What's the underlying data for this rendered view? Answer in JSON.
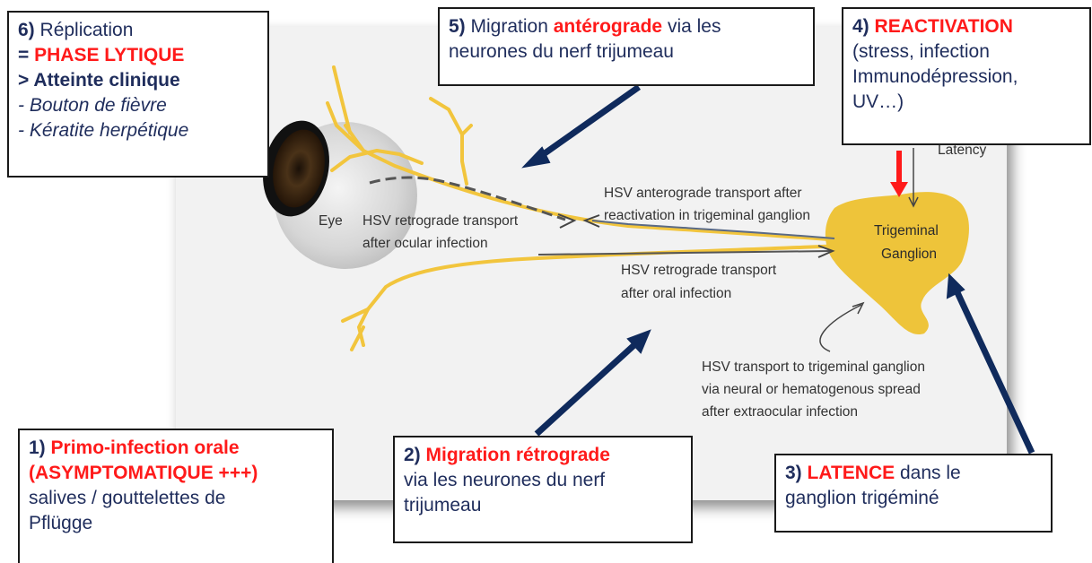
{
  "colors": {
    "nerve": "#f2c53d",
    "ganglion": "#eec43a",
    "navy_arrow": "#0f2a5c",
    "red": "#ff1a1a",
    "text_blue": "#1f2d5c"
  },
  "diagram": {
    "eye_label": "Eye",
    "retro_ocular": [
      "HSV retrograde transport",
      "after ocular infection"
    ],
    "antero_reactivation": [
      "HSV anterograde transport after",
      "reactivation in trigeminal ganglion"
    ],
    "retro_oral": [
      "HSV retrograde transport",
      "after oral infection"
    ],
    "ganglion": [
      "Trigeminal",
      "Ganglion"
    ],
    "spread": [
      "HSV transport to trigeminal ganglion",
      "via neural or hematogenous spread",
      "after extraocular infection"
    ],
    "latency_partial": "Latency"
  },
  "callouts": {
    "c6": {
      "num": "6)",
      "title": " Réplication",
      "lytic_prefix": "= ",
      "lytic": "PHASE LYTIQUE",
      "clinical": "> Atteinte clinique",
      "item1": "- Bouton de fièvre",
      "item2": "- Kératite herpétique"
    },
    "c5": {
      "num": "5)",
      "pre": " Migration ",
      "red": "antérograde",
      "post": " via les",
      "line2": "neurones du nerf trijumeau"
    },
    "c4": {
      "num": "4)",
      "red": "REACTIVATION",
      "line2": "(stress, infection",
      "line3": "Immunodépression,",
      "line4": "UV…)"
    },
    "c1": {
      "num": "1)",
      "red1": "Primo-infection orale",
      "red2": "(ASYMPTOMATIQUE +++)",
      "line3": "salives / gouttelettes de",
      "line4": "Pflügge"
    },
    "c2": {
      "num": "2)",
      "red": "Migration rétrograde",
      "line2": "via les neurones du nerf",
      "line3": "trijumeau"
    },
    "c3": {
      "num": "3)",
      "red": "LATENCE",
      "post": " dans le",
      "line2": "ganglion trigéminé"
    }
  }
}
